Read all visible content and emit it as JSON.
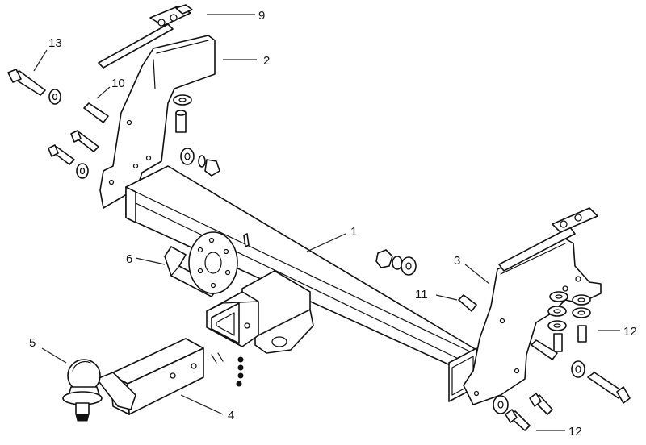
{
  "diagram": {
    "type": "exploded-parts-drawing",
    "callouts": [
      {
        "id": "label-1",
        "text": "1"
      },
      {
        "id": "label-2",
        "text": "2"
      },
      {
        "id": "label-3",
        "text": "3"
      },
      {
        "id": "label-4",
        "text": "4"
      },
      {
        "id": "label-5",
        "text": "5"
      },
      {
        "id": "label-6",
        "text": "6"
      },
      {
        "id": "label-9",
        "text": "9"
      },
      {
        "id": "label-10",
        "text": "10"
      },
      {
        "id": "label-11",
        "text": "11"
      },
      {
        "id": "label-12a",
        "text": "12"
      },
      {
        "id": "label-12b",
        "text": "12"
      },
      {
        "id": "label-13",
        "text": "13"
      }
    ]
  }
}
